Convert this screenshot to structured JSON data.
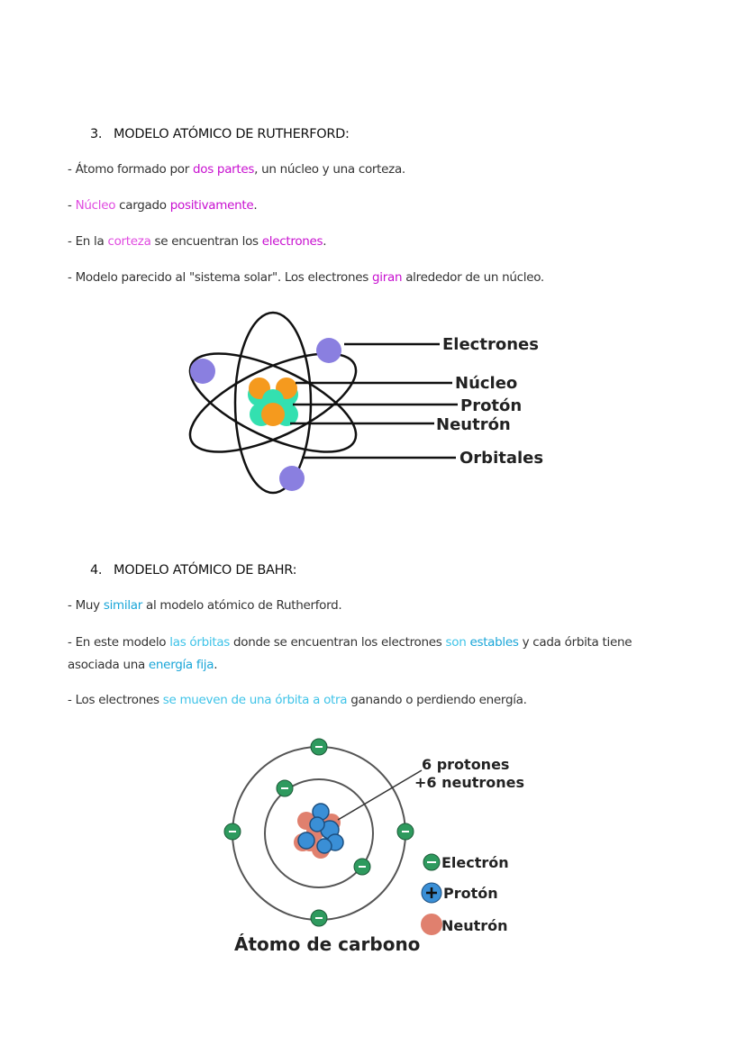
{
  "section3": {
    "number": "3.",
    "title": "MODELO ATÓMICO DE RUTHERFORD:",
    "lines": [
      [
        {
          "t": "- Átomo formado por ",
          "s": "n"
        },
        {
          "t": "dos partes",
          "s": "m-bold"
        },
        {
          "t": ", un núcleo y una corteza.",
          "s": "n"
        }
      ],
      [
        {
          "t": "- ",
          "s": "n"
        },
        {
          "t": "Núcleo",
          "s": "m-light"
        },
        {
          "t": " cargado ",
          "s": "n"
        },
        {
          "t": "positivamente",
          "s": "m-bold"
        },
        {
          "t": ".",
          "s": "n"
        }
      ],
      [
        {
          "t": "- En la ",
          "s": "n"
        },
        {
          "t": "corteza",
          "s": "m-light"
        },
        {
          "t": " se encuentran los ",
          "s": "n"
        },
        {
          "t": "electrones",
          "s": "m-bold"
        },
        {
          "t": ".",
          "s": "n"
        }
      ],
      [
        {
          "t": "- Modelo parecido al \"sistema solar\". Los electrones ",
          "s": "n"
        },
        {
          "t": "giran",
          "s": "m-bold"
        },
        {
          "t": " alrededor de un núcleo.",
          "s": "n"
        }
      ]
    ],
    "diagram": {
      "labels": {
        "electrones": "Electrones",
        "nucleo": "Núcleo",
        "proton": "Protón",
        "neutron": "Neutrón",
        "orbitales": "Orbitales"
      },
      "colors": {
        "electron": "#8a7fe0",
        "proton": "#f59a1e",
        "neutron": "#33e0b0"
      }
    }
  },
  "section4": {
    "number": "4.",
    "title": "MODELO ATÓMICO DE BAHR:",
    "lines": [
      [
        {
          "t": "- Muy ",
          "s": "n"
        },
        {
          "t": "similar",
          "s": "c-bold"
        },
        {
          "t": " al modelo atómico de Rutherford.",
          "s": "n"
        }
      ],
      [
        {
          "t": "- En este modelo ",
          "s": "n"
        },
        {
          "t": "las órbitas",
          "s": "c-light"
        },
        {
          "t": " donde se encuentran los electrones ",
          "s": "n"
        },
        {
          "t": "son",
          "s": "c-light"
        },
        {
          "t": " ",
          "s": "n"
        },
        {
          "t": "estables",
          "s": "c-bold"
        },
        {
          "t": " y cada órbita tiene asociada una ",
          "s": "n"
        },
        {
          "t": "energía fija",
          "s": "c-bold"
        },
        {
          "t": ".",
          "s": "n"
        }
      ],
      [
        {
          "t": "- Los electrones ",
          "s": "n"
        },
        {
          "t": "se mueven de una órbita a otra",
          "s": "c-light"
        },
        {
          "t": " ganando o perdiendo energía.",
          "s": "n"
        }
      ]
    ],
    "diagram": {
      "nucleus_label_1": "6 protones",
      "nucleus_label_2": "+6 neutrones",
      "legend": {
        "electron": "Electrón",
        "proton": "Protón",
        "neutron": "Neutrón"
      },
      "caption": "Átomo de carbono",
      "colors": {
        "electron": "#2e9a5e",
        "proton": "#3a8fd6",
        "neutron": "#e0806e"
      }
    }
  }
}
